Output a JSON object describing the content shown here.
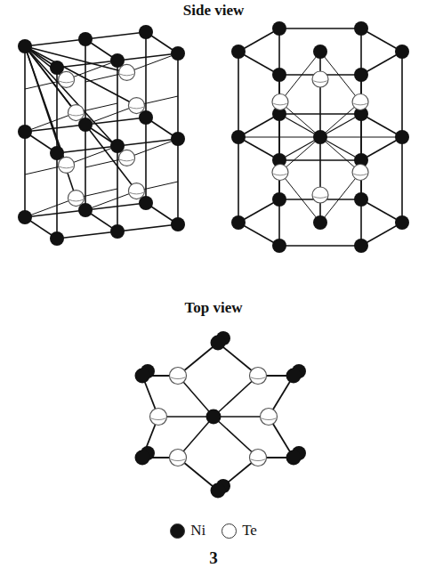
{
  "diagram": {
    "caption": "3",
    "labels": [
      "Side view",
      "Top view"
    ],
    "legend": [
      {
        "text": "Ni",
        "color": "#111111"
      },
      {
        "text": "Te",
        "color": "#ffffff"
      }
    ]
  }
}
